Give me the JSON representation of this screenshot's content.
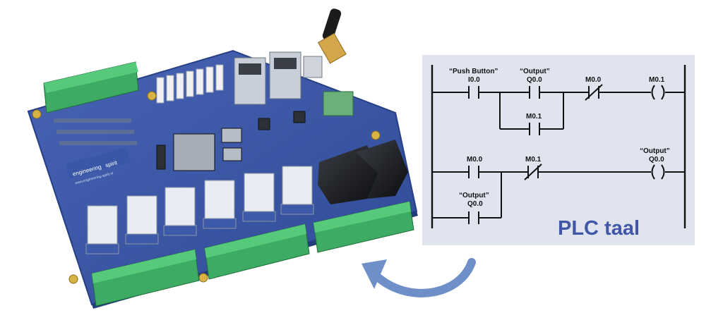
{
  "board": {
    "logo_word_a": "engineering",
    "logo_word_b": "spirit",
    "logo_url": "www.engineering-spirit.nl"
  },
  "ladder": {
    "title": "PLC taal",
    "rung1": {
      "contact1_tag": "“Push Button”",
      "contact1_addr": "I0.0",
      "contact2_tag": "“Output”",
      "contact2_addr": "Q0.0",
      "branch_addr": "M0.1",
      "nc_addr": "M0.0",
      "coil_addr": "M0.1"
    },
    "rung2": {
      "contact1_addr": "M0.0",
      "nc_addr": "M0.1",
      "coil_tag": "“Output”",
      "coil_addr": "Q0.0",
      "branch_tag": "“Output”",
      "branch_addr": "Q0.0"
    }
  },
  "colors": {
    "board": "#3a56a6",
    "terminal": "#3dab63",
    "relay": "#e9ecf2",
    "arrow": "#6e8fc7",
    "panel": "#dfe4ef",
    "title": "#3f57a6"
  }
}
